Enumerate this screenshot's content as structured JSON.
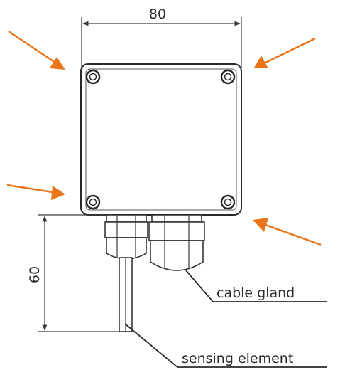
{
  "dimensions": {
    "width_label": "80",
    "height_label": "60"
  },
  "labels": {
    "cable_gland": "cable gland",
    "sensing_element": "sensing element"
  },
  "colors": {
    "arrow": "#e8751a",
    "line": "#3a3a3a",
    "background": "#ffffff"
  }
}
